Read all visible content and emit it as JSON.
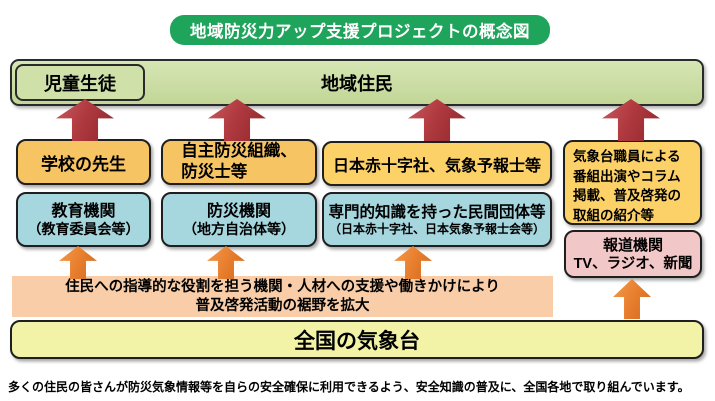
{
  "title": "地域防災力アップ支援プロジェクトの概念図",
  "audience": {
    "students_label": "児童生徒",
    "residents_label": "地域住民"
  },
  "mediators": [
    {
      "label": "学校の先生"
    },
    {
      "line1": "自主防災組織、",
      "line2": "防災士等"
    },
    {
      "label": "日本赤十字社、気象予報士等"
    },
    {
      "label": "気象台職員による番組出演やコラム掲載、普及啓発の取組の紹介等"
    }
  ],
  "organizations": [
    {
      "name": "教育機関",
      "detail": "（教育委員会等）"
    },
    {
      "name": "防災機関",
      "detail": "（地方自治体等）"
    },
    {
      "name": "専門的知識を持った民間団体等",
      "detail": "（日本赤十字社、日本気象予報士会等）"
    }
  ],
  "media": {
    "name": "報道機関",
    "detail": "TV、ラジオ、新聞"
  },
  "support_band": {
    "line1": "住民への指導的な役割を担う機関・人材への支援や働きかけにより",
    "line2": "普及啓発活動の裾野を拡大"
  },
  "base": {
    "label": "全国の気象台"
  },
  "caption": "多くの住民の皆さんが防災気象情報等を自らの安全確保に利用できるよう、安全知識の普及に、全国各地で取り組んでいます。",
  "colors": {
    "title_green": "#1FA45C",
    "band_green": "#CBDEA3",
    "box_orange": "#F7C463",
    "box_yellow_orange": "#FBD168",
    "box_blue": "#A6D6DE",
    "box_pink": "#F1C7C7",
    "band_salmon": "#F8CDA8",
    "box_yellow": "#F2F3A6",
    "arrow_red": "#B03A40",
    "arrow_orange": "#E87F2E"
  }
}
